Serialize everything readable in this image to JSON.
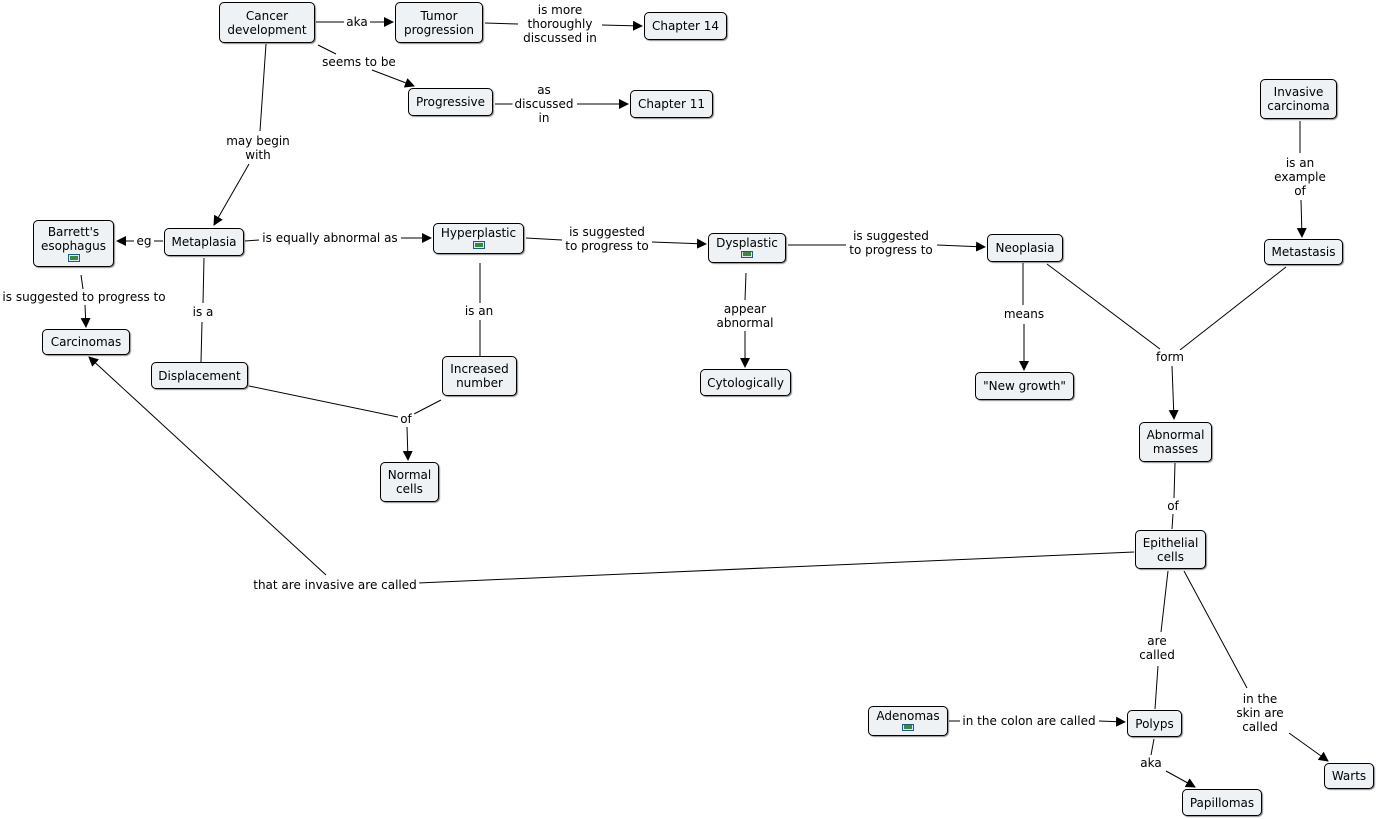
{
  "nodes": {
    "cancer_development": "Cancer\ndevelopment",
    "tumor_progression": "Tumor\nprogression",
    "chapter14": "Chapter 14",
    "progressive": "Progressive",
    "chapter11": "Chapter 11",
    "invasive_carcinoma": "Invasive\ncarcinoma",
    "barretts": "Barrett's\nesophagus",
    "metaplasia": "Metaplasia",
    "hyperplastic": "Hyperplastic",
    "dysplastic": "Dysplastic",
    "neoplasia": "Neoplasia",
    "metastasis": "Metastasis",
    "carcinomas": "Carcinomas",
    "displacement": "Displacement",
    "increased_number": "Increased\nnumber",
    "cytologically": "Cytologically",
    "new_growth": "\"New growth\"",
    "normal_cells": "Normal\ncells",
    "abnormal_masses": "Abnormal\nmasses",
    "epithelial_cells": "Epithelial\ncells",
    "adenomas": "Adenomas",
    "polyps": "Polyps",
    "warts": "Warts",
    "papillomas": "Papillomas"
  },
  "links": {
    "aka1": "aka",
    "more_discussed": "is more\nthoroughly\ndiscussed in",
    "seems_to_be": "seems to be",
    "as_discussed": "as\ndiscussed\nin",
    "may_begin": "may begin\nwith",
    "eg": "eg",
    "equally_abnormal": "is equally abnormal as",
    "suggested1": "is suggested\nto progress to",
    "suggested2": "is suggested\nto progress to",
    "suggested_barrett": "is suggested to progress to",
    "is_a": "is a",
    "is_an": "is an",
    "of1": "of",
    "appear_abnormal": "appear\nabnormal",
    "means": "means",
    "form": "form",
    "example_of": "is an\nexample\nof",
    "of2": "of",
    "invasive_called": "that are invasive are called",
    "are_called": "are\ncalled",
    "in_skin": "in the\nskin are\ncalled",
    "colon_called": "in the colon are called",
    "aka2": "aka"
  },
  "colors": {
    "node_fill": "#eef2f5",
    "line": "#000000",
    "image_icon": "#1d5a8c"
  }
}
